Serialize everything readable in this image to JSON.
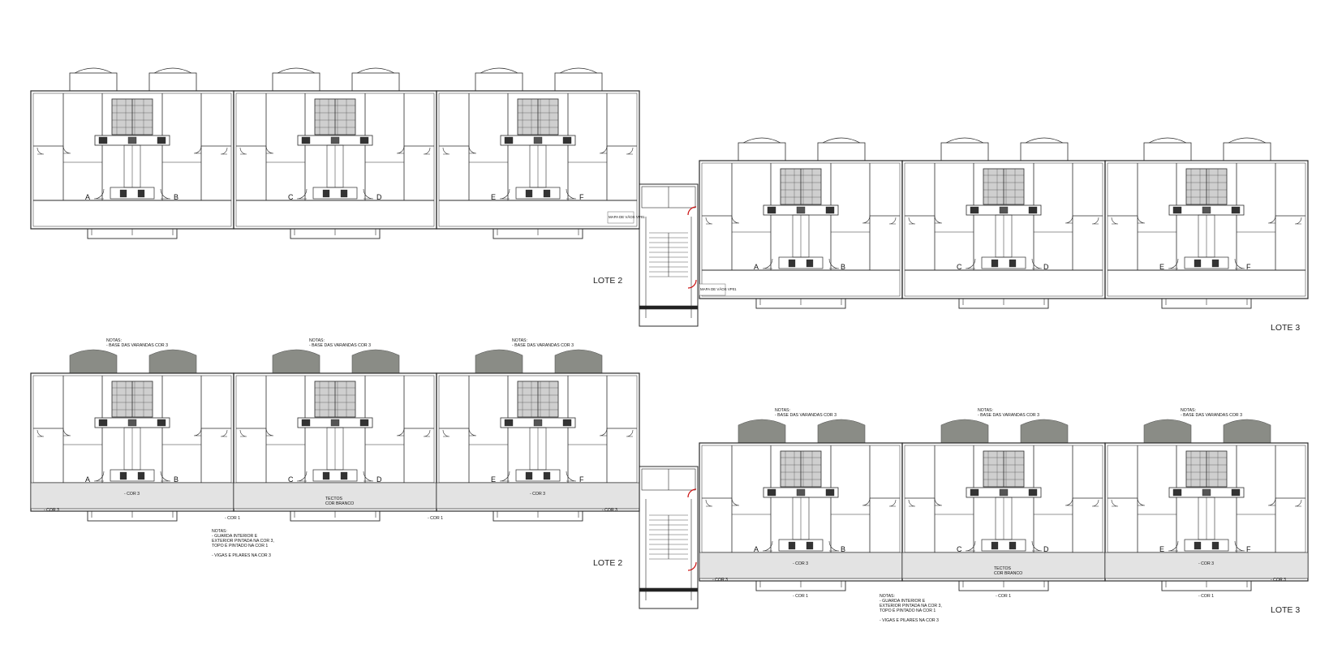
{
  "lotes": {
    "lote2": "LOTE 2",
    "lote3": "LOTE 3"
  },
  "units": [
    "A",
    "B",
    "C",
    "D",
    "E",
    "F"
  ],
  "stair_tag": "MAPA DE VÃOS VP01",
  "balcony_note": {
    "title": "NOTAS:",
    "text": "- BASE DAS VARANDAS COR 3"
  },
  "gallery_labels": {
    "cor3": "- COR 3",
    "cor1": "- COR 1",
    "tectos": "TECTOS",
    "cor_branco": "COR BRANCO"
  },
  "bottom_note": {
    "title": "NOTAS:",
    "lines": [
      "- GUARDA INTERIOR E",
      "EXTERIOR PINTADA NA COR 3,",
      "TOPO É PINTADO NA COR 1"
    ],
    "last": "- VIGAS E PILARES NA COR 3"
  },
  "colors": {
    "line": "#2a2a2a",
    "balcony_fill": "#8a8c86",
    "gallery_fill": "#e3e3e3",
    "door_red": "#cc1111"
  }
}
